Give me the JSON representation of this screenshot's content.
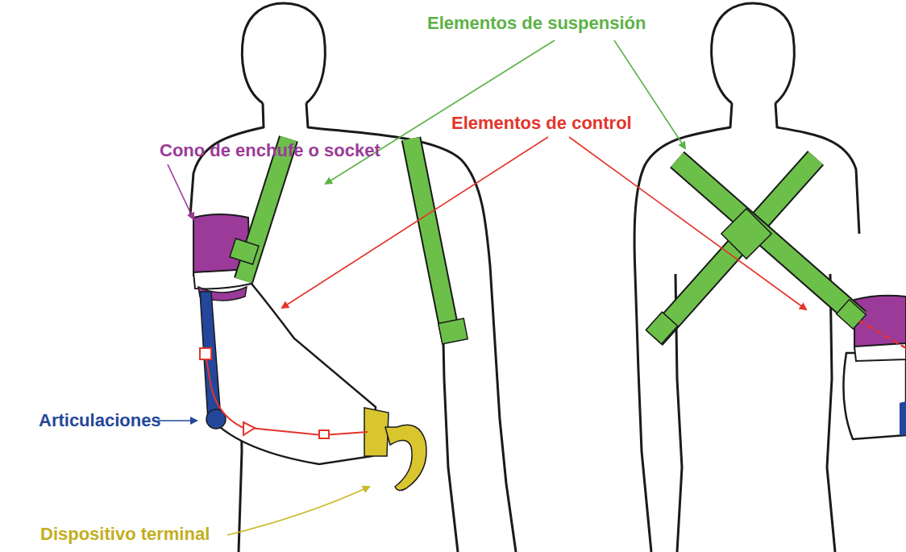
{
  "diagram": {
    "labels": [
      "Elementos de suspensión",
      "Elementos de control",
      "Cono de enchufe o socket",
      "Articulaciones",
      "Dispositivo terminal"
    ]
  }
}
